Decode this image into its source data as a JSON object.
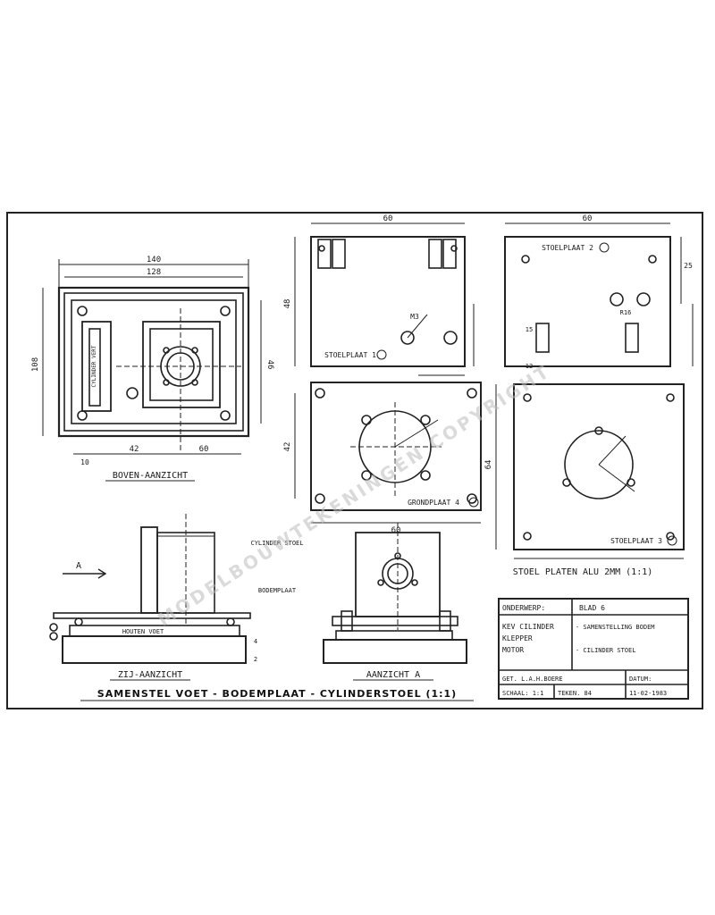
{
  "drawing": {
    "main_title": "SAMENSTEL VOET - BODEMPLAAT - CYLINDERSTOEL (1:1)",
    "watermark": "MODELBOUWTEKENINGEN COPYRIGHT",
    "views": {
      "top_view": "BOVEN-AANZICHT",
      "side_view": "ZIJ-AANZICHT",
      "view_a": "AANZICHT A",
      "stands": "STOEL PLATEN ALU 2MM (1:1)",
      "arrow_a": "A"
    },
    "parts": {
      "stoelplaat_1": "STOELPLAAT 1",
      "stoelplaat_2": "STOELPLAAT 2",
      "stoelplaat_3": "STOELPLAAT 3",
      "grondplaat_4": "GRONDPLAAT 4",
      "cylinder_stoel": "CYLINDER STOEL",
      "bodemplaat": "BODEMPLAAT",
      "houten_voet": "HOUTEN VOET",
      "cylinder_vert": "CYLINDER VERT"
    },
    "dimensions": {
      "d_140": "140",
      "d_128": "128",
      "d_108": "108",
      "d_46": "46",
      "d_42": "42",
      "d_10": "10",
      "d_60a": "60",
      "d_60b": "60",
      "d_60c": "60",
      "d_60d": "60",
      "d_48": "48",
      "d_42r": "42",
      "d_m3": "M3",
      "d_r16": "R16",
      "d_15": "15",
      "d_4": "4",
      "d_2": "2",
      "d_12": "12",
      "d_25": "25",
      "d_64": "64"
    },
    "title_block": {
      "onderwerp_label": "ONDERWERP:",
      "blad_label": "BLAD 6",
      "subject_lines": [
        "KEV CILINDER",
        "KLEPPER",
        "MOTOR"
      ],
      "description_lines": [
        "- SAMENSTELLING BODEM",
        "- CILINDER STOEL"
      ],
      "getekend_label": "GET. L.A.H.BOERE",
      "schaal_label": "SCHAAL: 1:1",
      "tekening_label": "TEKEN. 84",
      "datum_label": "DATUM:",
      "datum_value": "11-02-1983"
    }
  }
}
